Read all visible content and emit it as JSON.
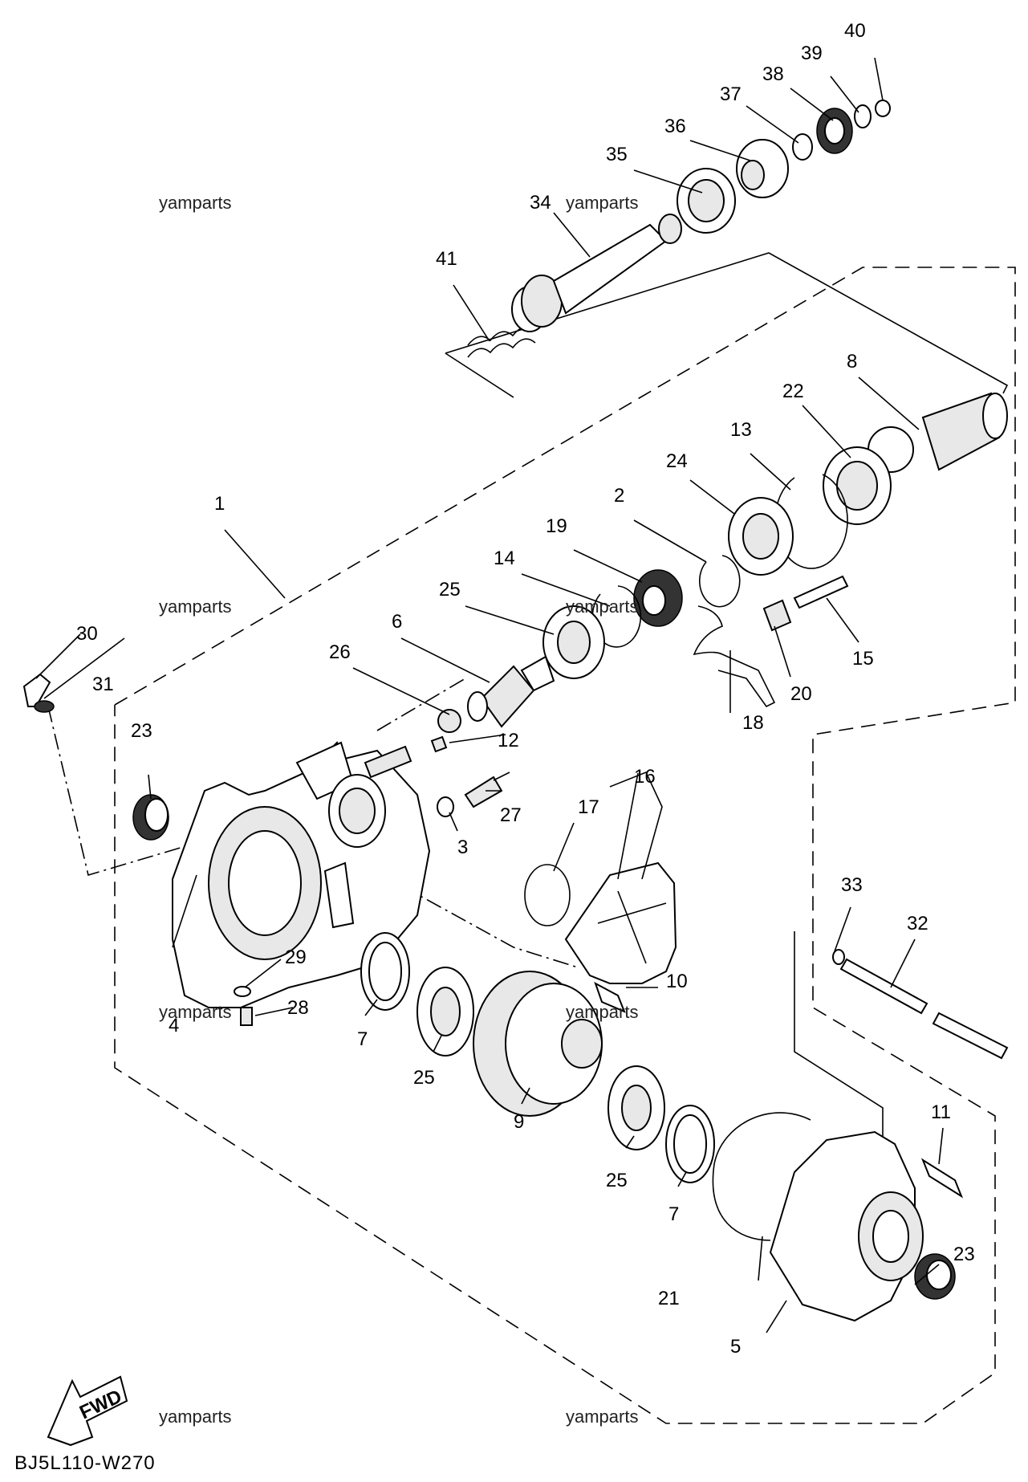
{
  "diagram_code": "BJ5L110-W270",
  "watermark": "yamparts",
  "fwd_label": "FWD",
  "callouts": {
    "c1": "1",
    "c2": "2",
    "c3": "3",
    "c4": "4",
    "c5": "5",
    "c6": "6",
    "c7a": "7",
    "c7b": "7",
    "c8": "8",
    "c9": "9",
    "c10": "10",
    "c11": "11",
    "c12": "12",
    "c13": "13",
    "c14": "14",
    "c15": "15",
    "c16": "16",
    "c17": "17",
    "c18": "18",
    "c19": "19",
    "c20": "20",
    "c21": "21",
    "c22": "22",
    "c23a": "23",
    "c23b": "23",
    "c24": "24",
    "c25a": "25",
    "c25b": "25",
    "c25c": "25",
    "c26": "26",
    "c27": "27",
    "c28": "28",
    "c29": "29",
    "c30": "30",
    "c31": "31",
    "c32": "32",
    "c33": "33",
    "c34": "34",
    "c35": "35",
    "c36": "36",
    "c37": "37",
    "c38": "38",
    "c39": "39",
    "c40": "40",
    "c41": "41"
  }
}
